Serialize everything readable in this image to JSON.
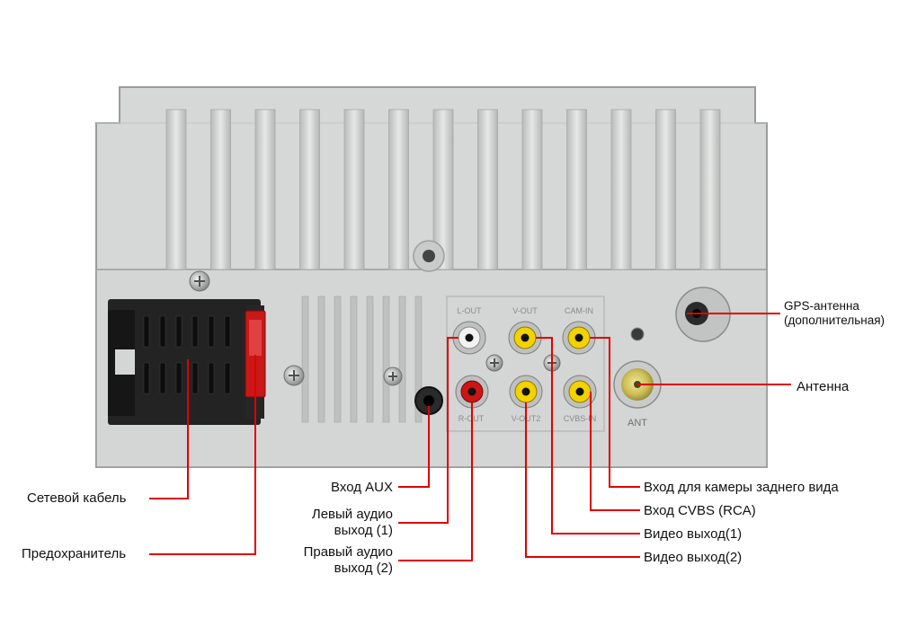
{
  "colors": {
    "leader": "#e00000",
    "panel": "#d8dad9",
    "fin": "#c6c8c7",
    "connector": "#1e1e1e",
    "fuse": "#c81818",
    "rca_white": "#f2f2f2",
    "rca_yellow": "#f2d200",
    "rca_red": "#cc1515",
    "antenna_yellow": "#d8cc5a"
  },
  "port_labels": {
    "l_out": "L-OUT",
    "v_out": "V-OUT",
    "cam_in": "CAM-IN",
    "r_out": "R-OUT",
    "v_out2": "V-OUT2",
    "cvbs_in": "CVBS-IN",
    "ant": "ANT"
  },
  "callouts": {
    "gps": {
      "line1": "GPS-антенна",
      "line2": "(дополнительная)"
    },
    "antenna": "Антенна",
    "rear_camera": "Вход для камеры заднего вида",
    "cvbs": "Вход CVBS (RCA)",
    "video_out1": "Видео выход(1)",
    "video_out2": "Видео выход(2)",
    "aux": "Вход AUX",
    "left_audio": {
      "line1": "Левый аудио",
      "line2": "выход (1)"
    },
    "right_audio": {
      "line1": "Правый аудио",
      "line2": "выход (2)"
    },
    "power_cable": "Сетевой кабель",
    "fuse": "Предохранитель"
  }
}
